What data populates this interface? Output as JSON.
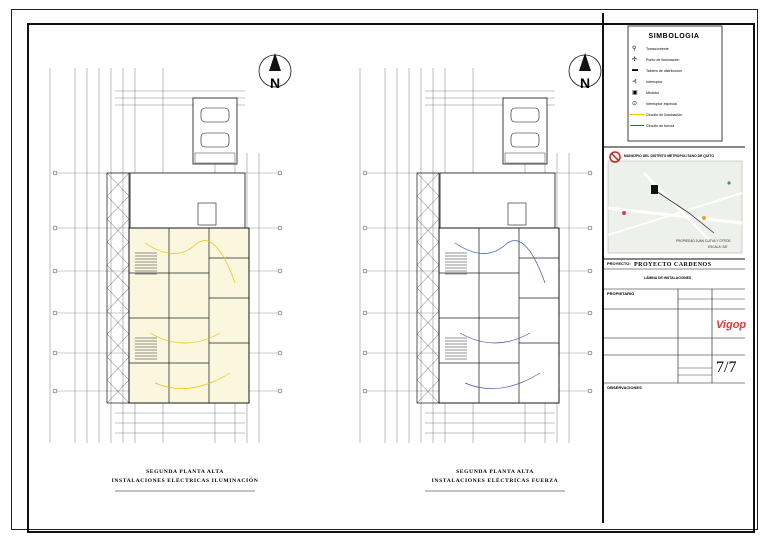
{
  "legend": {
    "title": "SIMBOLOGIA",
    "items": [
      {
        "icon": "outlet-symbol-icon",
        "label": "Tomacorriente"
      },
      {
        "icon": "light-point-symbol-icon",
        "label": "Punto de iluminación"
      },
      {
        "icon": "distribution-board-symbol-icon",
        "label": "Tablero de distribución"
      },
      {
        "icon": "switch-symbol-icon",
        "label": "Interruptor"
      },
      {
        "icon": "meter-symbol-icon",
        "label": "Medidor"
      },
      {
        "icon": "special-switch-symbol-icon",
        "label": "Interruptor especial"
      },
      {
        "icon": "lighting-circuit-symbol-icon",
        "label": "Circuito de iluminación",
        "color": "#e6c200"
      },
      {
        "icon": "power-circuit-symbol-icon",
        "label": "Circuito de fuerza",
        "color": "#3a55a5"
      }
    ]
  },
  "location": {
    "header": "MUNICIPIO DEL DISTRITO METROPOLITANO DE QUITO",
    "map_caption": "PROPIEDAD JUAN CUEVA Y OTROS",
    "scale": "ESCALA: S/E"
  },
  "title_block": {
    "project_label": "PROYECTO:",
    "project_title": "PROYECTO CARDENOS",
    "content_label": "LÁMINA DE INSTALACIONES",
    "owner_label": "PROPIETARIO",
    "firm": "Vigop",
    "sheet_number": "7/7",
    "observations": "OBSERVACIONES"
  },
  "plans": [
    {
      "caption": "SEGUNDA PLANTA ALTA",
      "subcaption": "INSTALACIONES ELÉCTRICAS ILUMINACIÓN",
      "circuit_color": "#e6c200"
    },
    {
      "caption": "SEGUNDA PLANTA ALTA",
      "subcaption": "INSTALACIONES ELÉCTRICAS FUERZA",
      "circuit_color": "#3a55a5"
    }
  ],
  "north_symbol": "N"
}
